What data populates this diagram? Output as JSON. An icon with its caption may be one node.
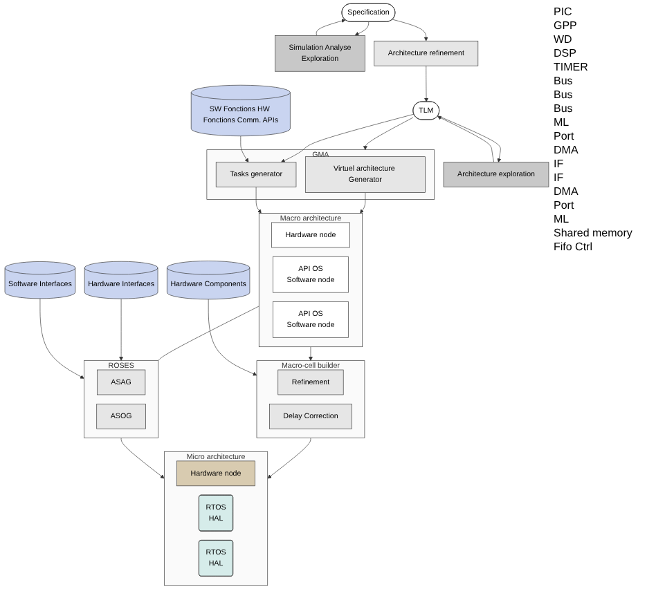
{
  "diagram": {
    "nodes": [
      {
        "text": [
          "Specification"
        ]
      },
      {
        "text": [
          "Simulation Analyse",
          "Exploration"
        ]
      },
      {
        "text": [
          "Architecture refinement"
        ]
      },
      {
        "text": [
          "TLM"
        ]
      },
      {
        "text": [
          "Architecture exploration"
        ]
      },
      {
        "text": [
          "SW Fonctions HW Fonctions Comm. APIs"
        ]
      },
      {
        "text": [
          "GMA"
        ]
      },
      {
        "text": [
          "Virtuel architecture Generator"
        ],
        "in": 6
      },
      {
        "text": [
          "Tasks generator"
        ],
        "in": 6
      },
      {
        "text": [
          "Macro architecture"
        ]
      },
      {
        "text": [
          "Hardware node"
        ],
        "in": 9
      },
      {
        "text": [
          "API OS",
          "Software node"
        ],
        "in": 9
      },
      {
        "text": [
          "API OS",
          "Software node"
        ],
        "in": 9
      },
      {
        "text": [
          "Hardware Components"
        ]
      },
      {
        "text": [
          "Macro-cell builder"
        ]
      },
      {
        "text": [
          "Refinement"
        ],
        "in": 14
      },
      {
        "text": [
          "Delay Correction"
        ],
        "in": 14
      },
      {
        "text": [
          "Hardware Interfaces"
        ]
      },
      {
        "text": [
          "ROSES"
        ]
      },
      {
        "text": [
          "ASAG"
        ],
        "in": 18
      },
      {
        "text": [
          "ASOG"
        ],
        "in": 18
      },
      {
        "text": [
          "Software Interfaces"
        ]
      },
      {
        "text": [
          "Micro architecture"
        ]
      },
      {
        "text": [
          "Hardware node"
        ],
        "in": 22
      },
      {
        "text": [
          "RTOS",
          "HAL"
        ],
        "in": 22
      },
      {
        "text": [
          "RTOS",
          "HAL"
        ],
        "in": 22
      }
    ],
    "edges": [
      {
        "from": 0,
        "to": 1,
        "arrow": "to"
      },
      {
        "from": 1,
        "to": 0,
        "arrow": "to"
      },
      {
        "from": 0,
        "to": 2,
        "arrow": "to"
      },
      {
        "from": 2,
        "to": 3,
        "arrow": "to"
      },
      {
        "from": 3,
        "to": 4,
        "arrow": "to"
      },
      {
        "from": 4,
        "to": 3,
        "arrow": "to"
      },
      {
        "from": 3,
        "to": 6,
        "arrow": "to"
      },
      {
        "from": 3,
        "to": 8,
        "arrow": "to"
      },
      {
        "from": 5,
        "to": 8,
        "arrow": "to"
      },
      {
        "from": 7,
        "to": 9,
        "arrow": "to"
      },
      {
        "from": 8,
        "to": 9,
        "arrow": "to"
      },
      {
        "from": 9,
        "to": 14,
        "arrow": "to"
      },
      {
        "from": 13,
        "to": 14,
        "arrow": "to"
      },
      {
        "from": 9,
        "to": 18,
        "arrow": "none"
      },
      {
        "from": 17,
        "to": 18,
        "arrow": "to"
      },
      {
        "from": 21,
        "to": 18,
        "arrow": "to"
      },
      {
        "from": 14,
        "to": 22,
        "arrow": "to"
      },
      {
        "from": 18,
        "to": 22,
        "arrow": "to"
      }
    ],
    "labels": [
      "PIC",
      "GPP",
      "WD",
      "DSP",
      "TIMER",
      "Bus",
      "Bus",
      "Bus",
      "ML",
      "Port",
      "DMA",
      "IF",
      "IF",
      "DMA",
      "Port",
      "ML",
      "Shared memory",
      "Fifo Ctrl"
    ]
  }
}
